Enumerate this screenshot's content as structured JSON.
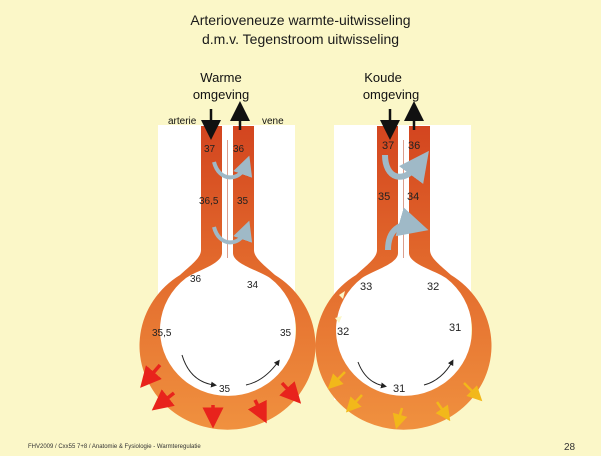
{
  "title_line1": "Arterioveneuze warmte-uitwisseling",
  "title_line2": "d.m.v.  Tegenstroom uitwisseling",
  "left": {
    "env_line1": "Warme",
    "env_line2": "omgeving",
    "label_artery": "arterie",
    "label_vein": "vene",
    "temps": [
      "37",
      "36",
      "36,5",
      "35",
      "36",
      "34",
      "35,5",
      "35",
      "35"
    ]
  },
  "right": {
    "env_line1": "Koude",
    "env_line2": "omgeving",
    "temps": [
      "37",
      "36",
      "35",
      "34",
      "33",
      "32",
      "32",
      "31",
      "31"
    ]
  },
  "footer": "FHV2009 / Cxx55 7+8 / Anatomie & Fysiologie - Warmteregulatie",
  "page_number": "28",
  "colors": {
    "background": "#fbf7c8",
    "vessel_top": "#d3451f",
    "vessel_bottom": "#ef8a3c",
    "heat_loss_warm": "#e8231c",
    "heat_loss_cold": "#f2b81a",
    "exchange_arrow": "#9fb9c7"
  }
}
